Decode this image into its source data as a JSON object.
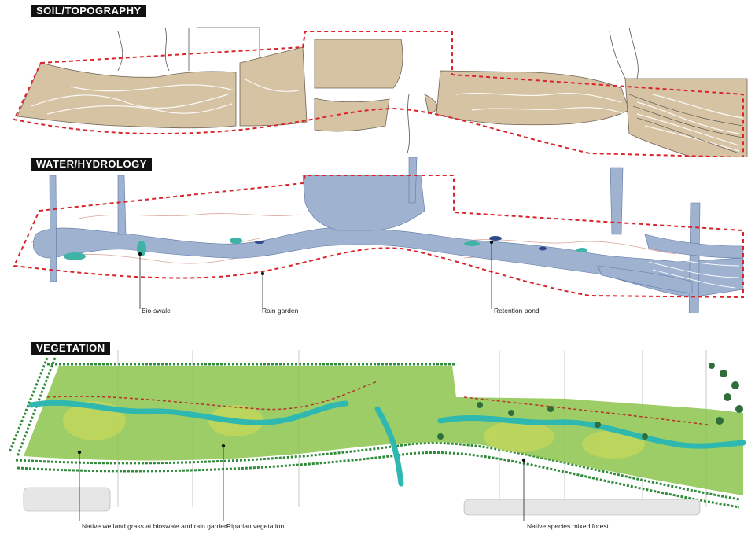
{
  "sections": {
    "soil": "SOIL/TOPOGRAPHY",
    "water": "WATER/HYDROLOGY",
    "vegetation": "VEGETATION"
  },
  "callouts": {
    "bioswale": "Bio-swale",
    "rain_garden": "Rain garden",
    "retention_pond": "Retention pond",
    "wetland_grass": "Native wetland grass at bioswale and rain garden",
    "riparian": "Riparian vegetation",
    "mixed_forest": "Native species mixed forest"
  },
  "colors": {
    "soil_fill": "#d6c3a4",
    "water_fill": "#9fb3d1",
    "water_dark": "#2e4a8a",
    "teal": "#3fb3a6",
    "boundary": "#d8242a",
    "vegetation_green": "#6fb23a",
    "road_green": "#2f8a3a",
    "river_teal": "#2fb8b0"
  }
}
